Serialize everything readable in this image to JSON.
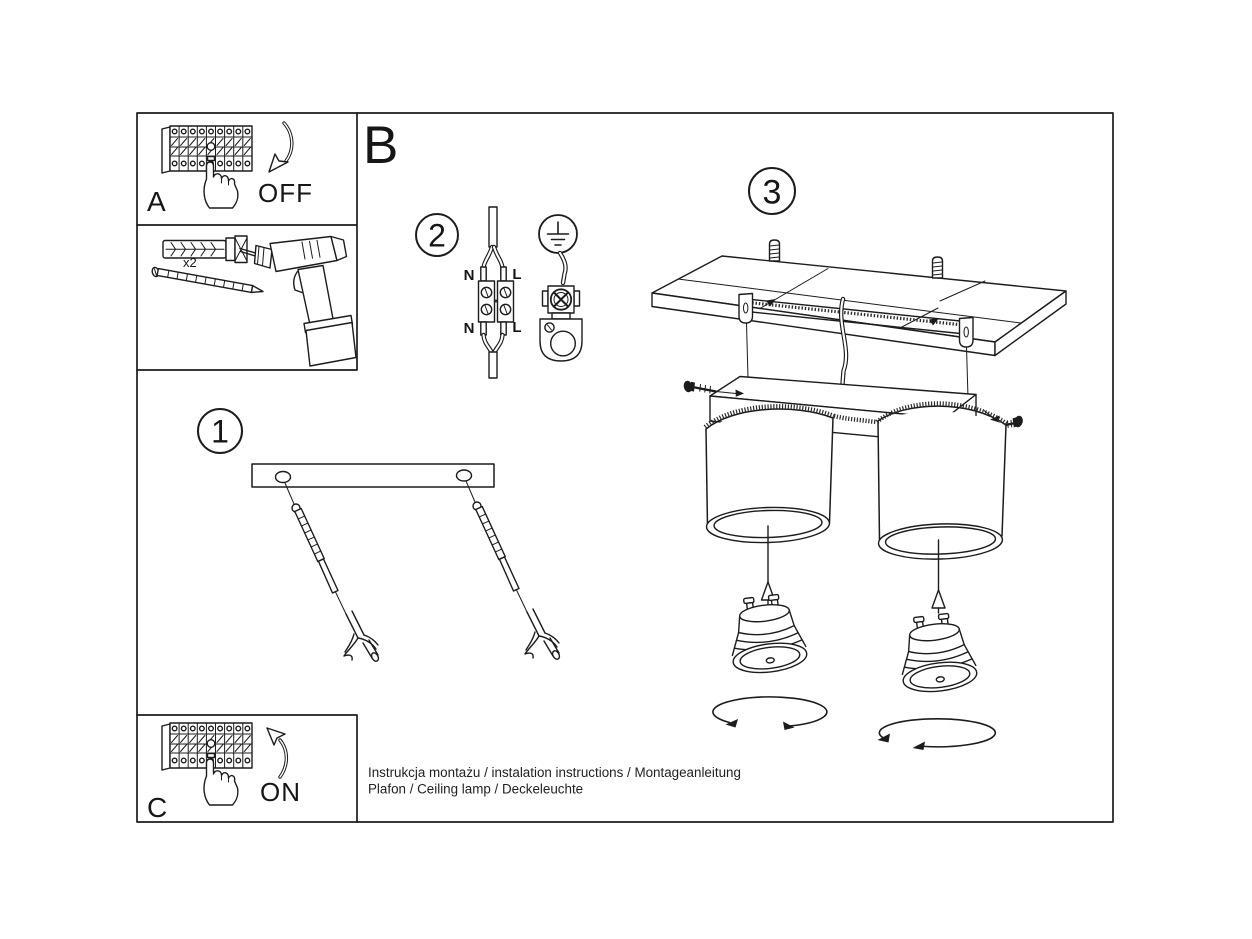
{
  "sheet": {
    "section_b_label": "B",
    "panel_a": {
      "label": "A",
      "switch_action": "OFF"
    },
    "panel_c": {
      "label": "C",
      "switch_action": "ON"
    },
    "tools_panel": {
      "dowel_quantity": "x2"
    },
    "step_1": {
      "number": "1"
    },
    "step_2": {
      "number": "2",
      "wire_labels": {
        "n_top": "N",
        "l_top": "L",
        "n_bottom": "N",
        "l_bottom": "L"
      }
    },
    "step_3": {
      "number": "3"
    },
    "footer": {
      "line_1": "Instrukcja montażu / instalation instructions / Montageanleitung",
      "line_2": "Plafon / Ceiling lamp / Deckeleuchte"
    },
    "colors": {
      "ink": "#1c1c1c",
      "paper": "#ffffff"
    }
  }
}
